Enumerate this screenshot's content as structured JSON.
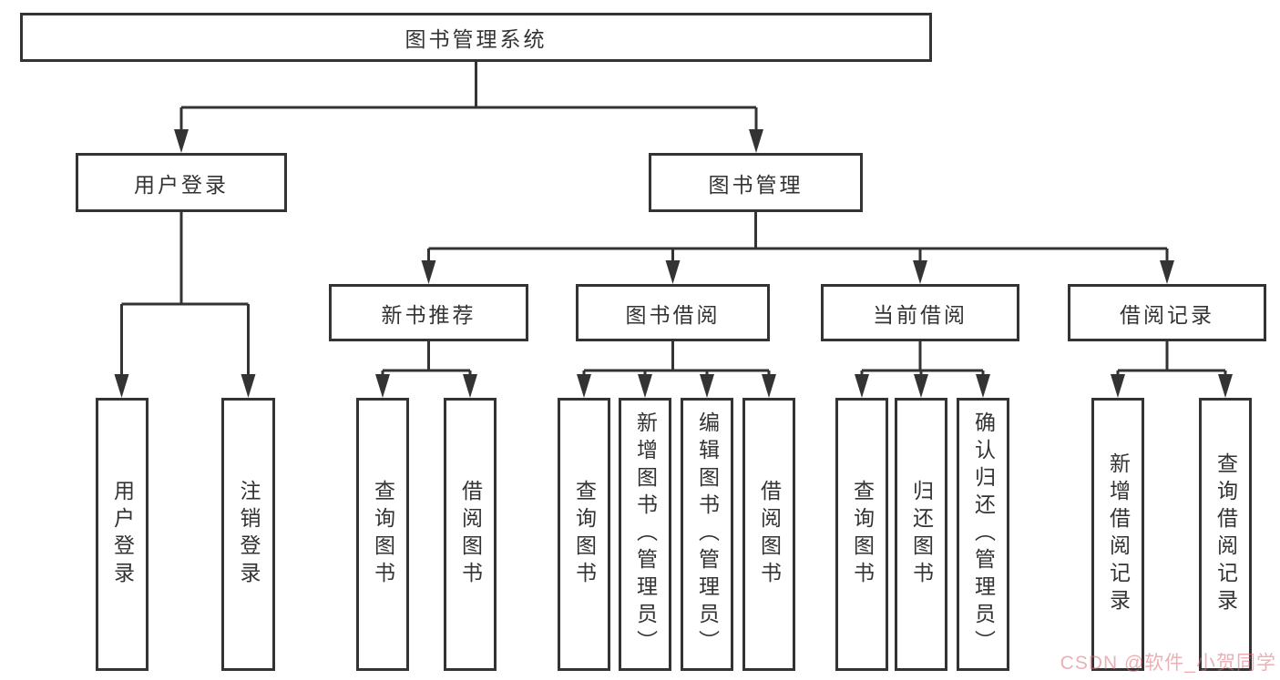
{
  "tree": {
    "label": "图书管理系统",
    "children": [
      {
        "label": "用户登录",
        "children": [
          {
            "label": "用户登录"
          },
          {
            "label": "注销登录"
          }
        ]
      },
      {
        "label": "图书管理",
        "children": [
          {
            "label": "新书推荐",
            "children": [
              {
                "label": "查询图书"
              },
              {
                "label": "借阅图书"
              }
            ]
          },
          {
            "label": "图书借阅",
            "children": [
              {
                "label": "查询图书"
              },
              {
                "label": "新增图书（管理员）"
              },
              {
                "label": "编辑图书（管理员）"
              },
              {
                "label": "借阅图书"
              }
            ]
          },
          {
            "label": "当前借阅",
            "children": [
              {
                "label": "查询图书"
              },
              {
                "label": "归还图书"
              },
              {
                "label": "确认归还（管理员）"
              }
            ]
          },
          {
            "label": "借阅记录",
            "children": [
              {
                "label": "新增借阅记录"
              },
              {
                "label": "查询借阅记录"
              }
            ]
          }
        ]
      }
    ]
  },
  "watermark": {
    "text": "CSDN @软件_小贺同学"
  },
  "colors": {
    "line": "#333333",
    "text": "#333333",
    "box_background": "#ffffff",
    "watermark": "#de6e7a"
  }
}
